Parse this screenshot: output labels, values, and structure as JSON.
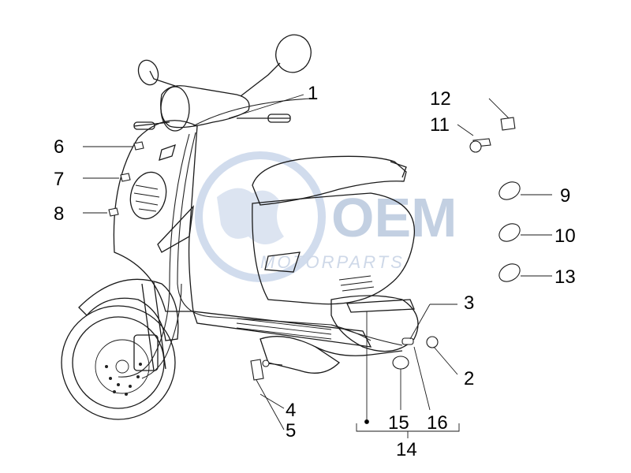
{
  "watermark": {
    "brand": "OEM",
    "subtitle": "MOTORPARTS"
  },
  "callouts": [
    {
      "id": "1",
      "label": "1"
    },
    {
      "id": "2",
      "label": "2"
    },
    {
      "id": "3",
      "label": "3"
    },
    {
      "id": "4",
      "label": "4"
    },
    {
      "id": "5",
      "label": "5"
    },
    {
      "id": "6",
      "label": "6"
    },
    {
      "id": "7",
      "label": "7"
    },
    {
      "id": "8",
      "label": "8"
    },
    {
      "id": "9",
      "label": "9"
    },
    {
      "id": "10",
      "label": "10"
    },
    {
      "id": "11",
      "label": "11"
    },
    {
      "id": "12",
      "label": "12"
    },
    {
      "id": "13",
      "label": "13"
    },
    {
      "id": "14",
      "label": "14"
    },
    {
      "id": "15",
      "label": "15"
    },
    {
      "id": "16",
      "label": "16"
    }
  ]
}
